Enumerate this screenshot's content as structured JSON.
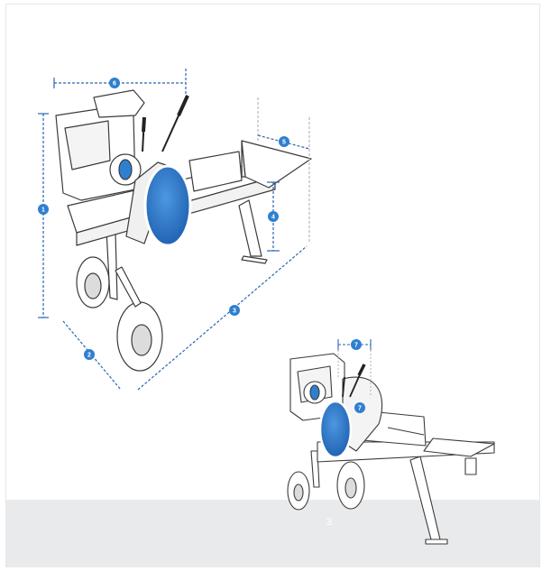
{
  "page": {
    "number": "3"
  },
  "colors": {
    "accent_blue": "#2f7fd0",
    "dimension_line": "#2a64b3",
    "outline": "#3b3b3b",
    "floor": "#e9eaeb"
  },
  "callouts": {
    "height": "1",
    "wheel_width": "2",
    "length": "3",
    "table_height": "4",
    "table_width": "5",
    "engine_width": "6",
    "stroke": "7"
  },
  "icons": [
    "wheel-icon",
    "engine-icon",
    "lever-icon"
  ]
}
